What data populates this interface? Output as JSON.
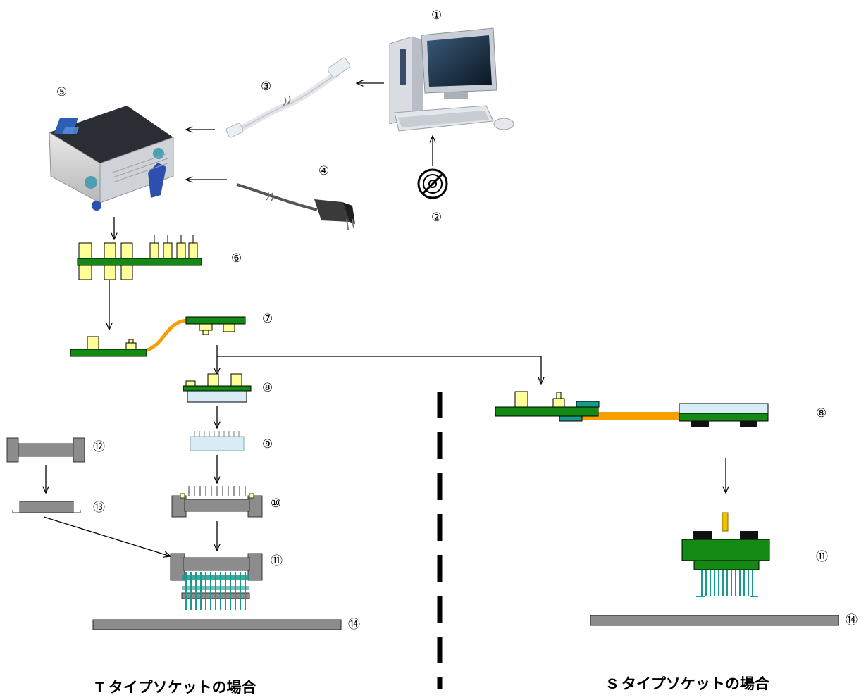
{
  "labels": {
    "n1": "①",
    "n2": "②",
    "n3": "③",
    "n4": "④",
    "n5": "⑤",
    "n6": "⑥",
    "n7": "⑦",
    "n8_t": "⑧",
    "n9": "⑨",
    "n10": "⑩",
    "n11_t": "⑪",
    "n12": "⑫",
    "n13": "⑬",
    "n14_t": "⑭",
    "n8_s": "⑧",
    "n11_s": "⑪",
    "n14_s": "⑭"
  },
  "captions": {
    "t_type": "T タイプソケットの場合",
    "s_type": "S タイプソケットの場合"
  },
  "colors": {
    "pcb_green": "#138a13",
    "connector_yellow": "#ffff99",
    "cable_orange": "#f5a000",
    "socket_gray": "#8c8c8c",
    "pin_teal": "#1a9a8a",
    "light_blue": "#d7ecf5"
  }
}
